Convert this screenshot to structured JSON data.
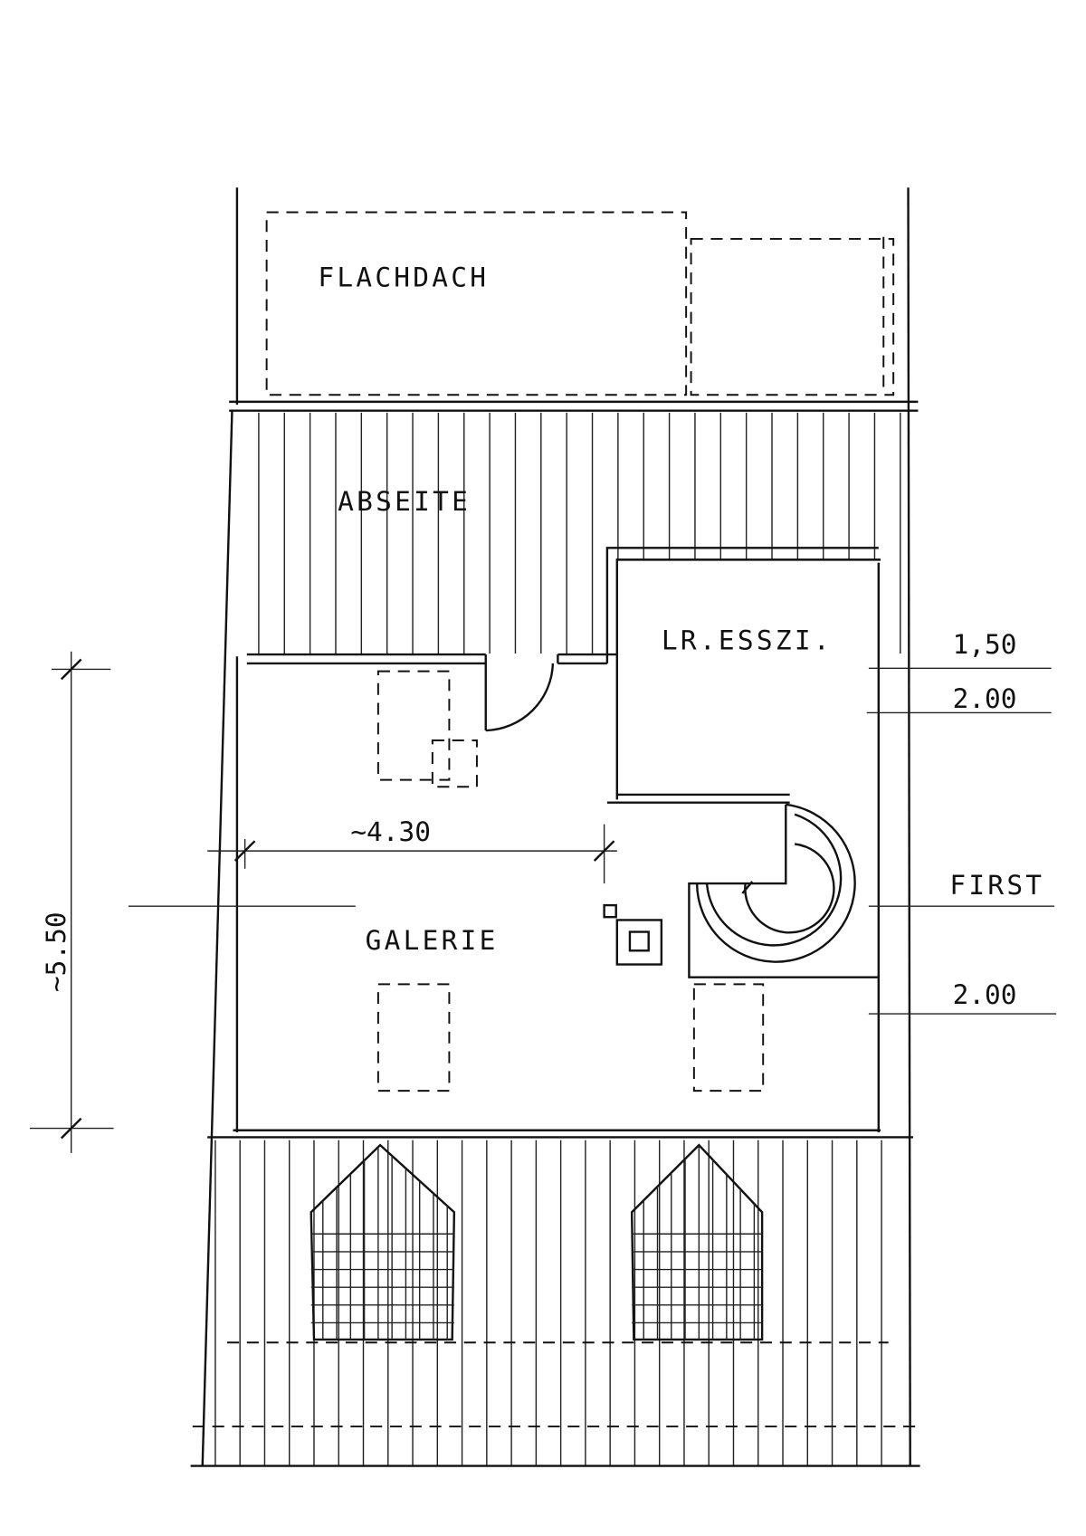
{
  "rooms": {
    "flachdach": "FLACHDACH",
    "abseite": "ABSEITE",
    "lr_esszi": "LR.ESSZI.",
    "galerie": "GALERIE"
  },
  "levels": {
    "upper_1": "1,50",
    "upper_2": "2.00",
    "first": "FIRST",
    "lower": "2.00"
  },
  "dimensions": {
    "width": "~4.30",
    "depth": "~5.50"
  }
}
